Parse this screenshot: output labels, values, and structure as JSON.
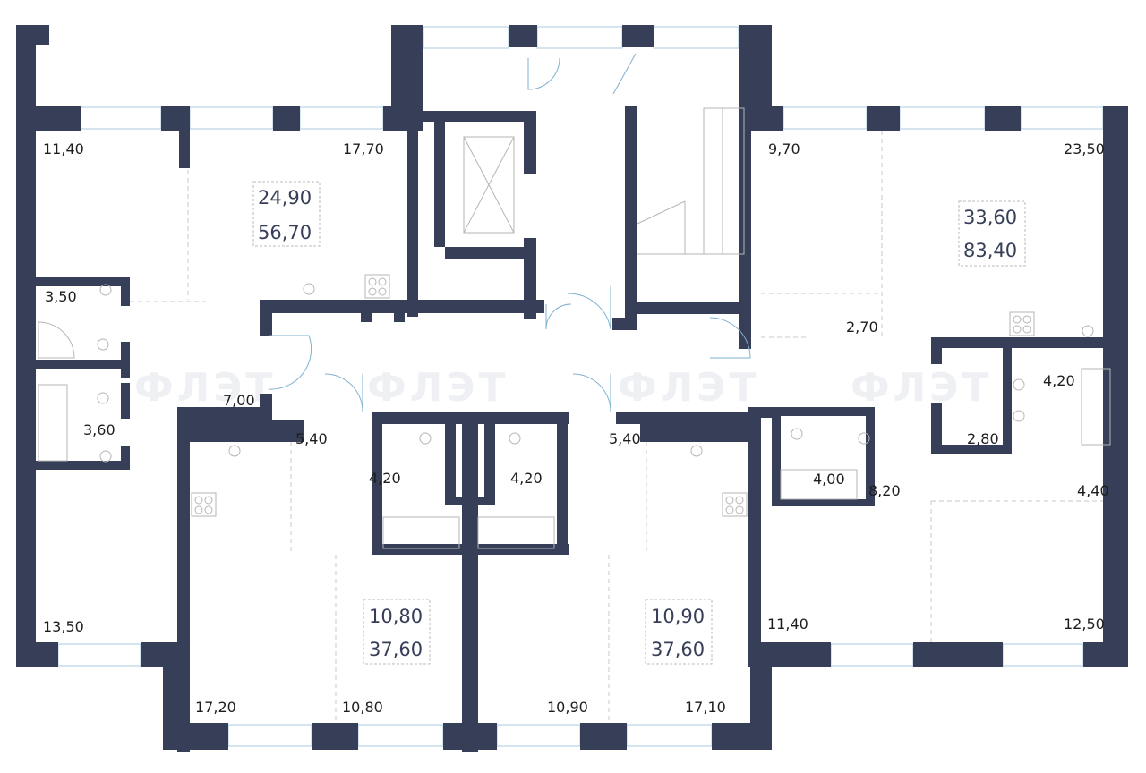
{
  "plan": {
    "watermark": "ФЛЭТ",
    "wall_color": "#373f58",
    "apartments": [
      {
        "id": "apt-top-left",
        "living": "24,90",
        "total": "56,70"
      },
      {
        "id": "apt-bottom-mid-left",
        "living": "10,80",
        "total": "37,60"
      },
      {
        "id": "apt-bottom-mid-right",
        "living": "10,90",
        "total": "37,60"
      },
      {
        "id": "apt-right",
        "living": "33,60",
        "total": "83,40"
      }
    ],
    "rooms": [
      "11,40",
      "17,70",
      "3,50",
      "7,00",
      "3,60",
      "5,40",
      "4,20",
      "4,20",
      "5,40",
      "13,50",
      "17,20",
      "10,80",
      "10,90",
      "17,10",
      "9,70",
      "23,50",
      "2,70",
      "4,20",
      "2,80",
      "4,00",
      "8,20",
      "4,40",
      "11,40",
      "12,50"
    ]
  }
}
